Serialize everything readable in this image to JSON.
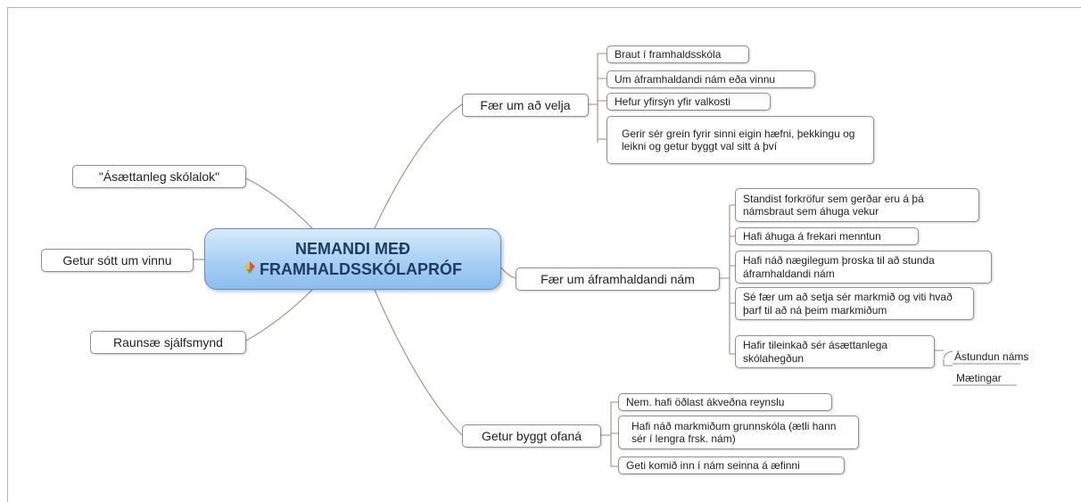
{
  "colors": {
    "central_fill_top": "#d6ebfc",
    "central_fill_bottom": "#8cbcee",
    "central_border": "#5b8fcf",
    "central_text": "#1f3a5f",
    "connector": "#9a8f86",
    "node_border": "#8f8f8f"
  },
  "central": {
    "line1": "NEMANDI MEÐ",
    "line2": "FRAMHALDSSKÓLAPRÓF",
    "icon": "color-swatch-icon"
  },
  "left_topics": [
    "\"Ásættanleg skólalok\"",
    "Getur sótt um vinnu",
    "Raunsæ sjálfsmynd"
  ],
  "branches": [
    {
      "label": "Fær um að velja",
      "children": [
        "Braut í framhaldsskóla",
        "Um áframhaldandi nám eða vinnu",
        "Hefur yfirsýn yfir valkosti",
        "Gerir sér grein fyrir sinni eigin hæfni, þekkingu og leikni og getur byggt val sitt á því"
      ]
    },
    {
      "label": "Fær um áframhaldandi nám",
      "children": [
        "Standist forkröfur sem gerðar eru á þá námsbraut sem áhuga vekur",
        "Hafi áhuga á frekari menntun",
        "Hafi náð nægilegum þroska til að stunda áframhaldandi nám",
        "Sé fær um að setja sér markmið og viti hvað þarf til að ná þeim markmiðum",
        "Hafir tileinkað sér ásættanlega skólahegðun"
      ],
      "grandchildren": [
        "Ástundun náms",
        "Mætingar"
      ]
    },
    {
      "label": "Getur byggt ofaná",
      "children": [
        "Nem. hafi öðlast ákveðna reynslu",
        "Hafi náð markmiðum grunnskóla (ætli hann sér í lengra frsk. nám)",
        "Geti komið inn í nám seinna á æfinni"
      ]
    }
  ]
}
